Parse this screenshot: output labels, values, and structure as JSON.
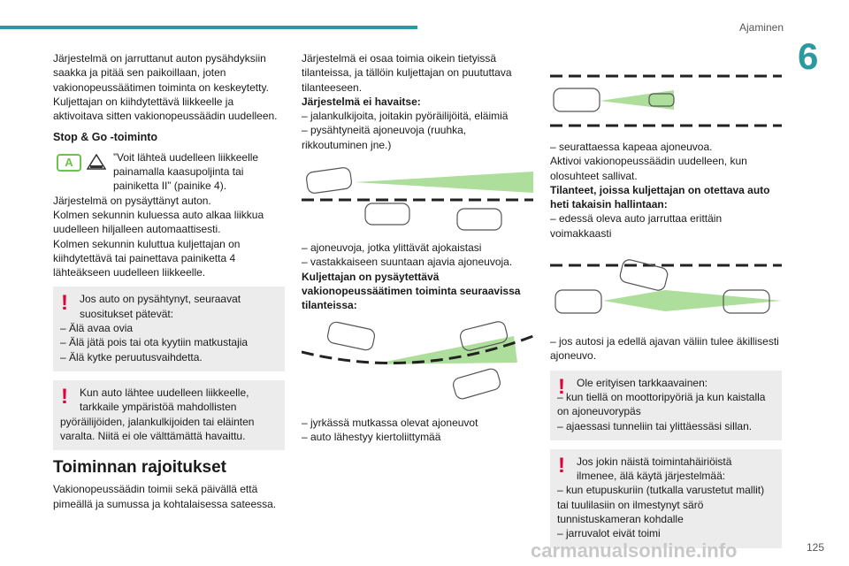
{
  "header": {
    "section": "Ajaminen",
    "chapter": "6"
  },
  "col1": {
    "intro": "Järjestelmä on jarruttanut auton pysähdyksiin saakka ja pitää sen paikoillaan, joten vakionopeussäätimen toiminta on keskeytetty. Kuljettajan on kiihdytettävä liikkeelle ja aktivoitava sitten vakionopeussäädin uudelleen.",
    "stopgo_title": "Stop & Go -toiminto",
    "stopgo_icon_letter": "A",
    "stopgo_text1": "”Voit lähteä uudelleen liikkeelle painamalla kaasupoljinta tai painiketta II” (painike 4).",
    "stopgo_text2": "Järjestelmä on pysäyttänyt auton.",
    "stopgo_text3": "Kolmen sekunnin kuluessa auto alkaa liikkua uudelleen hiljalleen automaattisesti.",
    "stopgo_text4": "Kolmen sekunnin kuluttua kuljettajan on kiihdytettävä tai painettava painiketta 4 lähteäkseen uudelleen liikkeelle.",
    "warn1_first": "Jos auto on pysähtynyt, seuraavat suositukset pätevät:",
    "warn1_items": [
      "– Älä avaa ovia",
      "– Älä jätä pois tai ota kyytiin matkustajia",
      "– Älä kytke peruutusvaihdetta."
    ],
    "warn2_first": "Kun auto lähtee uudelleen liikkeelle, tarkkaile ympäristöä mahdollisten",
    "warn2_rest": "pyöräilijöiden, jalankulkijoiden tai eläinten varalta. Niitä ei ole välttämättä havaittu.",
    "limits_title": "Toiminnan rajoitukset",
    "limits_text": "Vakionopeussäädin toimii sekä päivällä että pimeällä ja sumussa ja kohtalaisessa sateessa."
  },
  "col2": {
    "intro": "Järjestelmä ei osaa toimia oikein tietyissä tilanteissa, ja tällöin kuljettajan on puututtava tilanteeseen.",
    "not_detected_title": "Järjestelmä ei havaitse:",
    "not_detected_items": [
      "– jalankulkijoita, joitakin pyöräilijöitä, eläimiä",
      "– pysähtyneitä ajoneuvoja (ruuhka, rikkoutuminen jne.)"
    ],
    "after_fig1_items": [
      "– ajoneuvoja, jotka ylittävät ajokaistasi",
      "– vastakkaiseen suuntaan ajavia ajoneuvoja."
    ],
    "driver_title": "Kuljettajan on pysäytettävä vakionopeussäätimen toiminta seuraavissa tilanteissa:",
    "after_fig2_items": [
      "– jyrkässä mutkassa olevat ajoneuvot",
      "– auto lähestyy kiertoliittymää"
    ]
  },
  "col3": {
    "item1": "– seurattaessa kapeaa ajoneuvoa.",
    "reactivate": "Aktivoi vakionopeussäädin uudelleen, kun olosuhteet sallivat.",
    "control_title": "Tilanteet, joissa kuljettajan on otettava auto heti takaisin hallintaan:",
    "control_item": "– edessä oleva auto jarruttaa erittäin voimakkaasti",
    "after_fig_item": "– jos autosi ja edellä ajavan väliin tulee äkillisesti ajoneuvo.",
    "warn1_first": "Ole erityisen tarkkaavainen:",
    "warn1_items": [
      "– kun tiellä on moottoripyöriä ja kun kaistalla on ajoneuvorypäs",
      "– ajaessasi tunneliin tai ylittäessäsi sillan."
    ],
    "warn2_first": "Jos jokin näistä toimintahäiriöistä ilmenee, älä käytä järjestelmää:",
    "warn2_items": [
      "– kun etupuskuriin (tutkalla varustetut mallit) tai tuulilasiin on ilmestynyt särö tunnistuskameran kohdalle",
      "– jarruvalot eivät toimi"
    ]
  },
  "footer": {
    "page": "125",
    "watermark": "carmanualsonline.info"
  },
  "colors": {
    "accent": "#2a9aa0",
    "warning": "#e2003c",
    "beam": "#6cc24a"
  }
}
